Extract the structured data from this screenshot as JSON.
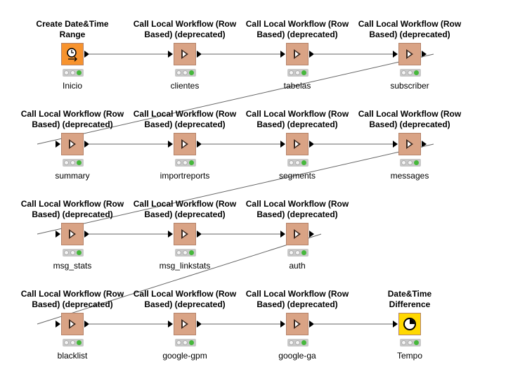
{
  "colors": {
    "workflow_node": "#d9a385",
    "date_range_node": "#f7932e",
    "date_diff_node": "#ffd800",
    "status_ok": "#46b83c",
    "wire": "#666666"
  },
  "rows": [
    {
      "nodes": [
        {
          "title_line1": "Create Date&Time",
          "title_line2": "Range",
          "label": "Inicio",
          "kind": "date-range"
        },
        {
          "title_line1": "Call Local Workflow (Row",
          "title_line2": "Based) (deprecated)",
          "label": "clientes",
          "kind": "workflow"
        },
        {
          "title_line1": "Call Local Workflow (Row",
          "title_line2": "Based) (deprecated)",
          "label": "tabelas",
          "kind": "workflow"
        },
        {
          "title_line1": "Call Local Workflow (Row",
          "title_line2": "Based) (deprecated)",
          "label": "subscriber",
          "kind": "workflow"
        }
      ]
    },
    {
      "nodes": [
        {
          "title_line1": "Call Local Workflow (Row",
          "title_line2": "Based) (deprecated)",
          "label": "summary",
          "kind": "workflow"
        },
        {
          "title_line1": "Call Local Workflow (Row",
          "title_line2": "Based) (deprecated)",
          "label": "importreports",
          "kind": "workflow"
        },
        {
          "title_line1": "Call Local Workflow (Row",
          "title_line2": "Based) (deprecated)",
          "label": "segments",
          "kind": "workflow"
        },
        {
          "title_line1": "Call Local Workflow (Row",
          "title_line2": "Based) (deprecated)",
          "label": "messages",
          "kind": "workflow"
        }
      ]
    },
    {
      "nodes": [
        {
          "title_line1": "Call Local Workflow (Row",
          "title_line2": "Based) (deprecated)",
          "label": "msg_stats",
          "kind": "workflow"
        },
        {
          "title_line1": "Call Local Workflow (Row",
          "title_line2": "Based) (deprecated)",
          "label": "msg_linkstats",
          "kind": "workflow"
        },
        {
          "title_line1": "Call Local Workflow (Row",
          "title_line2": "Based) (deprecated)",
          "label": "auth",
          "kind": "workflow"
        }
      ]
    },
    {
      "nodes": [
        {
          "title_line1": "Call Local Workflow (Row",
          "title_line2": "Based) (deprecated)",
          "label": "blacklist",
          "kind": "workflow"
        },
        {
          "title_line1": "Call Local Workflow (Row",
          "title_line2": "Based) (deprecated)",
          "label": "google-gpm",
          "kind": "workflow"
        },
        {
          "title_line1": "Call Local Workflow (Row",
          "title_line2": "Based) (deprecated)",
          "label": "google-ga",
          "kind": "workflow"
        },
        {
          "title_line1": "Date&Time",
          "title_line2": "Difference",
          "label": "Tempo",
          "kind": "date-diff"
        }
      ]
    }
  ]
}
